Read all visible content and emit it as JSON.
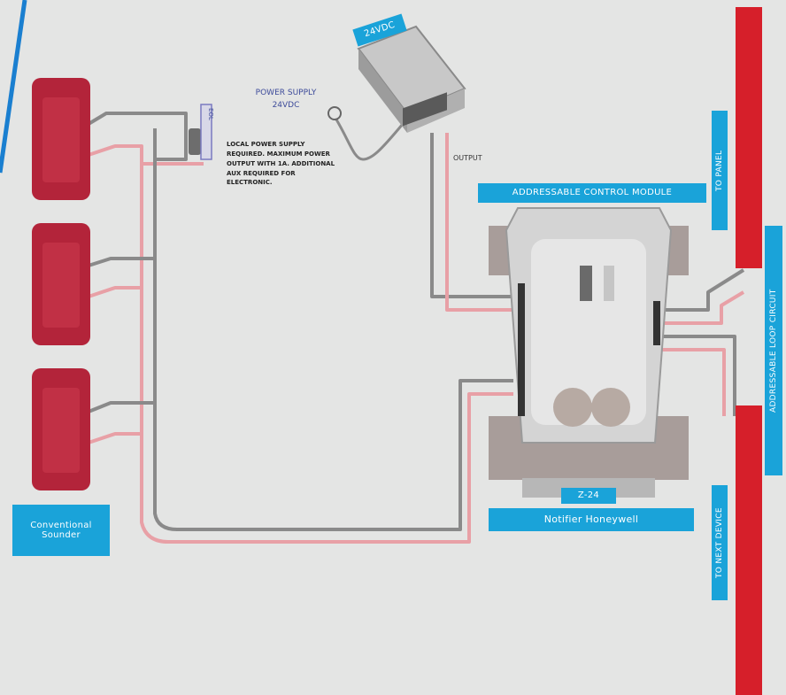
{
  "colors": {
    "background": "#e4e5e4",
    "accent_blue": "#1aa3d9",
    "device_red": "#b3243a",
    "bus_red": "#d61f2a",
    "wire_gray": "#8a8a8a",
    "wire_pink": "#e8a0a6"
  },
  "labels": {
    "psu_top_tag": "24VDC",
    "psu_label_line1": "POWER SUPPLY",
    "psu_label_line2": "24VDC",
    "psu_note": "LOCAL POWER SUPPLY REQUIRED. MAXIMUM POWER OUTPUT WITH 1A. ADDITIONAL AUX REQUIRED FOR ELECTRONIC.",
    "psu_output_label": "OUTPUT",
    "control_module_title": "ADDRESSABLE CONTROL MODULE",
    "module_base_line1": "Z-24",
    "module_base_line2": "Notifier  Honeywell",
    "devices_tag_line1": "Conventional",
    "devices_tag_line2": "Sounder",
    "bus_top_label": "TO PANEL",
    "bus_bottom_label": "TO NEXT DEVICE",
    "bus_side_label": "ADDRESSABLE LOOP CIRCUIT",
    "eol_label": "EOL"
  }
}
